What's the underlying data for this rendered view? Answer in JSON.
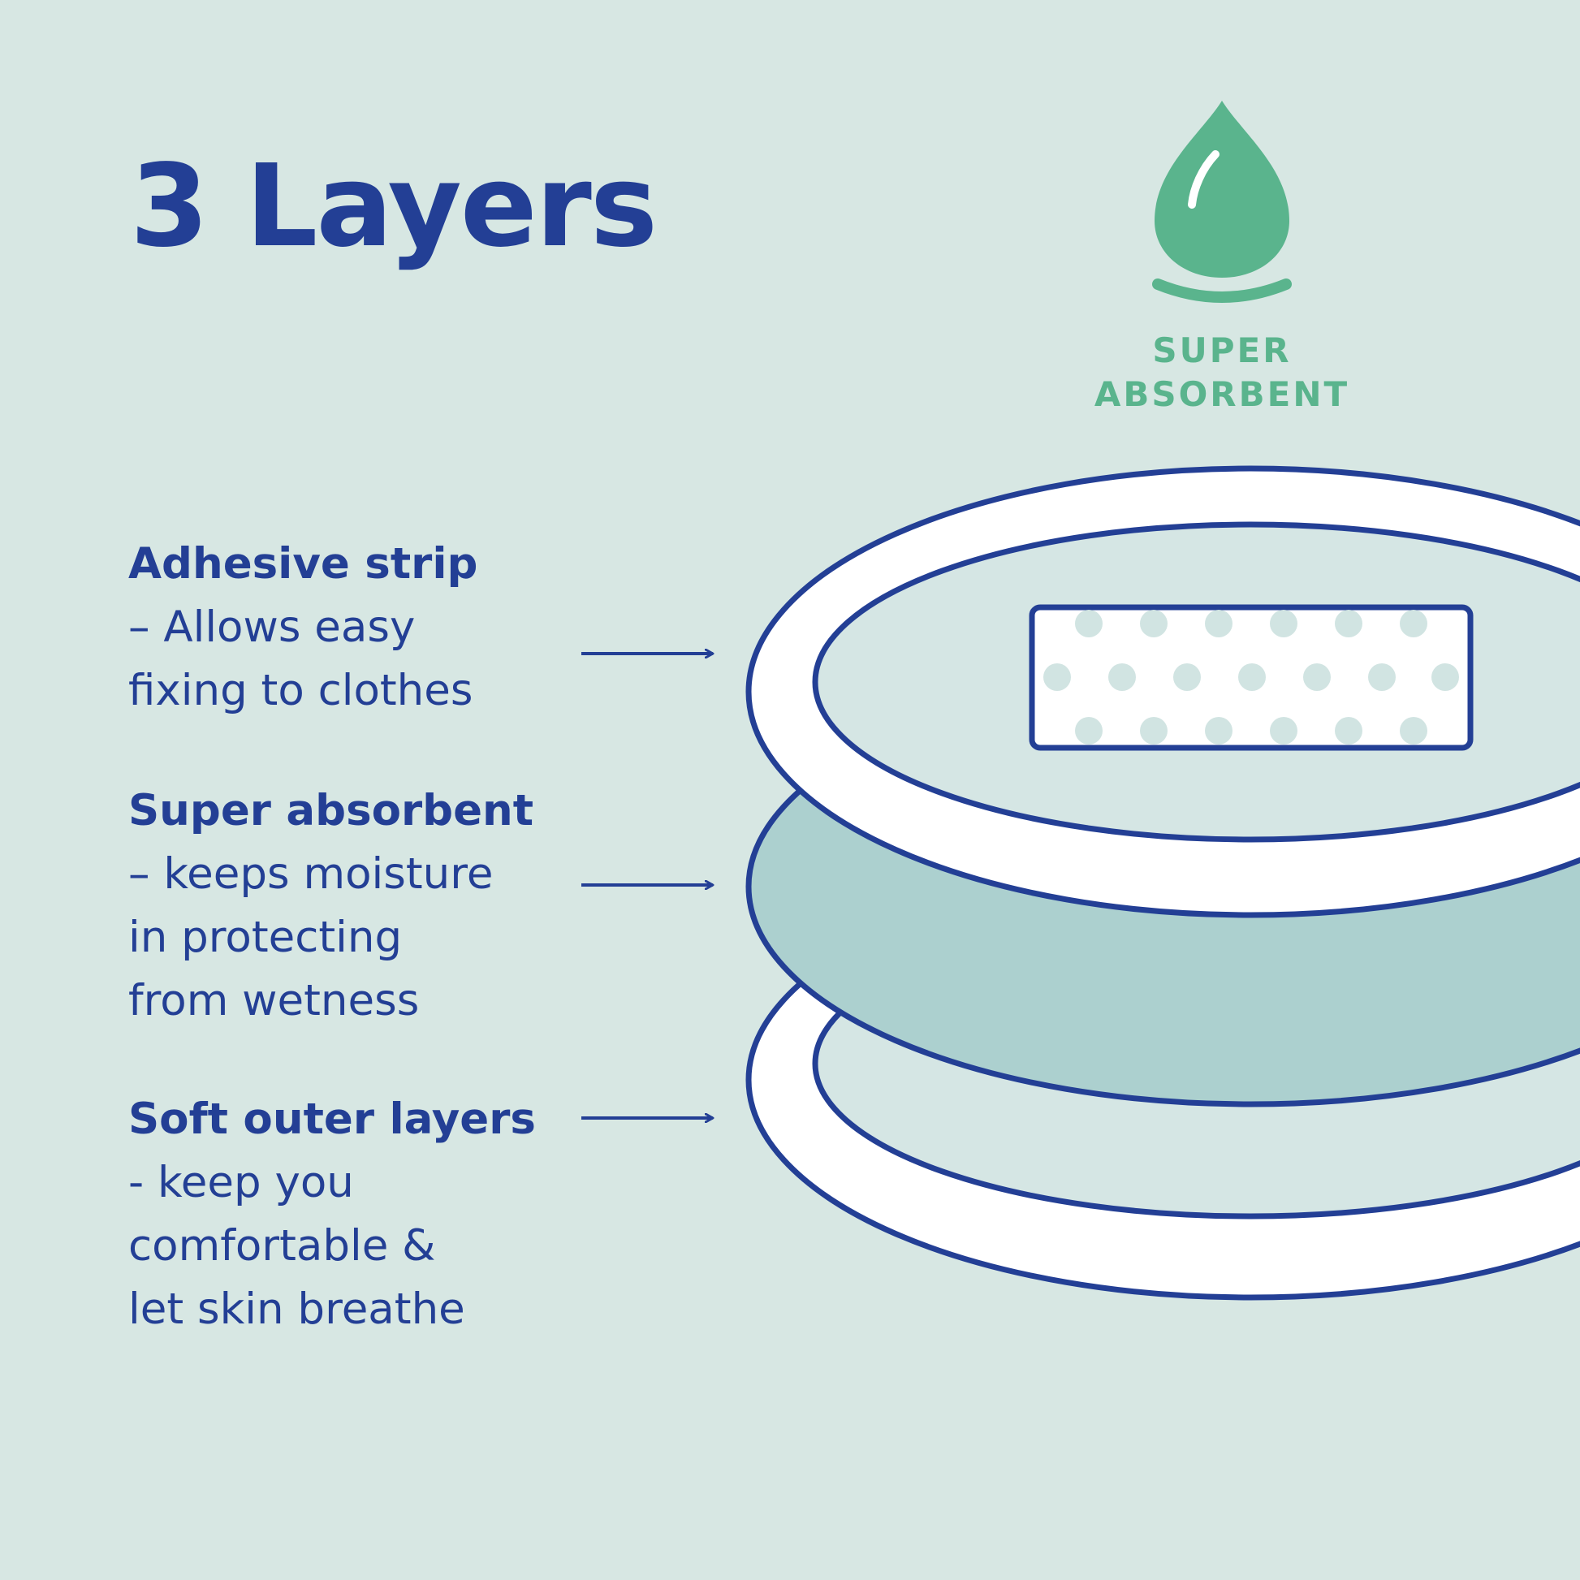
{
  "title": "3 Layers",
  "badge": {
    "icon": "water-drop-icon",
    "line1": "SUPER",
    "line2": "ABSORBENT",
    "color": "#5ab48d"
  },
  "layers": [
    {
      "title": "Adhesive strip",
      "description": "– Allows easy\nfixing to clothes"
    },
    {
      "title": "Super absorbent",
      "description": "– keeps moisture\nin protecting\nfrom wetness"
    },
    {
      "title": "Soft outer layers",
      "description": "- keep you\ncomfortable &\nlet skin breathe"
    }
  ],
  "colors": {
    "background": "#d7e7e3",
    "navy": "#233f95",
    "green": "#5ab48d",
    "absorbent_fill": "#acd0cf",
    "dot": "#d1e4e2"
  }
}
